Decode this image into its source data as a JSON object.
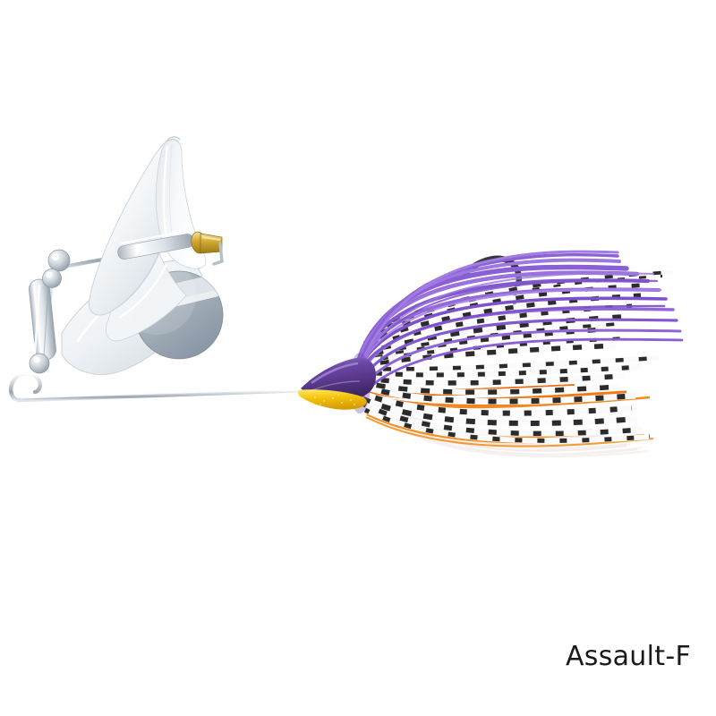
{
  "product": {
    "caption": "Assault-F",
    "type": "spinnerbait-fishing-lure",
    "background_color": "#ffffff",
    "caption_color": "#1a1a1a"
  },
  "components": {
    "wire_frame": {
      "name": "r-bend-wire-frame",
      "material": "stainless-steel",
      "color": "#b9c0c6",
      "highlight_color": "#f2f5f7"
    },
    "line_tie": {
      "name": "r-bend-line-tie",
      "color": "#c3cad0"
    },
    "upper_blade": {
      "name": "willow-leaf-blade",
      "finish": "painted-white",
      "color": "#f4f6f8",
      "shade_color": "#d9dfe4",
      "edge_color": "#c2cad1"
    },
    "lower_blade": {
      "name": "secondary-willow-blade",
      "finish": "painted-white",
      "color": "#f7f8fa",
      "shade_color": "#dde2e7"
    },
    "round_blade": {
      "name": "colorado-round-blade",
      "finish": "brushed-nickel",
      "color": "#9fabb6",
      "shade_color": "#8795a2"
    },
    "swivel": {
      "name": "brass-barrel-swivel",
      "color": "#c9a227",
      "highlight_color": "#efd98a"
    },
    "beads": {
      "name": "chrome-bead-stack",
      "color": "#cdd4da",
      "highlight_color": "#ffffff"
    },
    "barrel": {
      "name": "chrome-barrel-sleeve",
      "color": "#dfe4e9"
    },
    "head": {
      "name": "jig-head",
      "top_color": "#5b3a8e",
      "top_color_light": "#8a6fc4",
      "belly_color": "#f2c20c",
      "belly_color_light": "#ffe04d"
    },
    "hook": {
      "name": "single-hook",
      "color": "#2a2a30"
    },
    "skirt": {
      "name": "silicone-skirt",
      "strand_groups": [
        {
          "group": "purple-top-strands",
          "color": "#8a5fd6",
          "count": 16
        },
        {
          "group": "barred-white-strands",
          "color": "#fbfbfc",
          "bar_color": "#2b2b2b",
          "count": 34
        },
        {
          "group": "orange-accent-strands",
          "color": "#f07a18",
          "count": 8
        },
        {
          "group": "clear-pearl-strands",
          "color": "#f3e9e6",
          "count": 10
        }
      ]
    }
  }
}
